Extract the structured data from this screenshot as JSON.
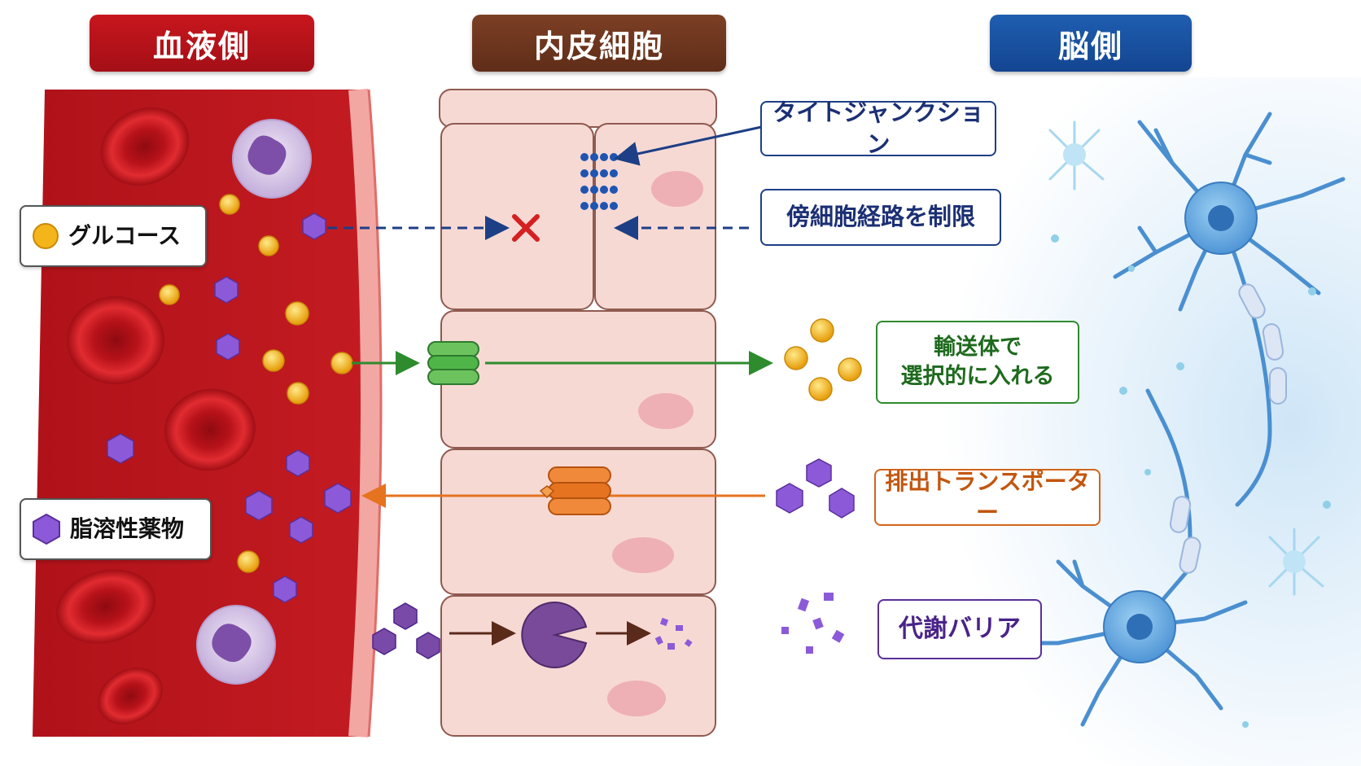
{
  "headers": {
    "blood": "血液側",
    "endothelium": "内皮細胞",
    "brain": "脳側"
  },
  "legend": {
    "glucose": "グルコース",
    "lipid_drug": "脂溶性薬物"
  },
  "labels": {
    "tight_junction": "タイトジャンクション",
    "paracellular": "傍細胞経路を制限",
    "transporter_line1": "輸送体で",
    "transporter_line2": "選択的に入れる",
    "efflux": "排出トランスポーター",
    "metabolic": "代謝バリア"
  },
  "colors": {
    "blood": "#c8161d",
    "endothelium": "#6e3720",
    "brain": "#1b50a0",
    "glucose": "#f4b51a",
    "lipid_drug": "#8c5ad8",
    "transporter": "#4fb548",
    "efflux": "#e6731f",
    "enzyme": "#7a4a9a"
  }
}
